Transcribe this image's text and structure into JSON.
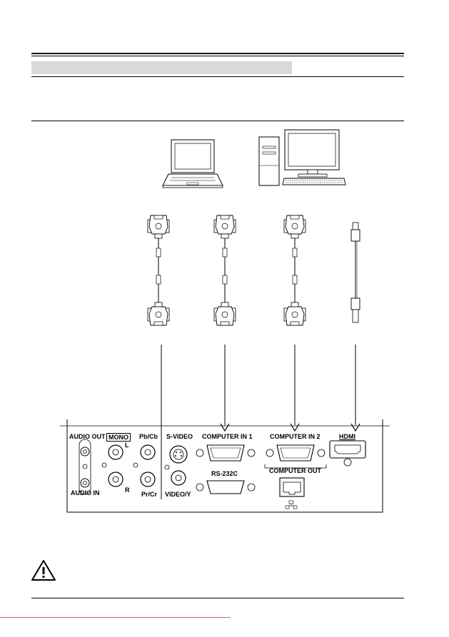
{
  "panel": {
    "audio_out": "AUDIO OUT",
    "audio_in": "AUDIO IN",
    "mono": "MONO",
    "left": "L",
    "right": "R",
    "pb_cb": "Pb/Cb",
    "pr_cr": "Pr/Cr",
    "s_video": "S-VIDEO",
    "video_y": "VIDEO/Y",
    "computer_in_1": "COMPUTER IN 1",
    "rs232c": "RS-232C",
    "computer_in_2": "COMPUTER IN 2",
    "computer_out": "COMPUTER OUT",
    "hdmi": "HDMI"
  },
  "icons": [
    "laptop-icon",
    "desktop-computer-icon",
    "vga-cable-icon",
    "hdmi-cable-icon",
    "lan-icon",
    "warning-icon"
  ]
}
